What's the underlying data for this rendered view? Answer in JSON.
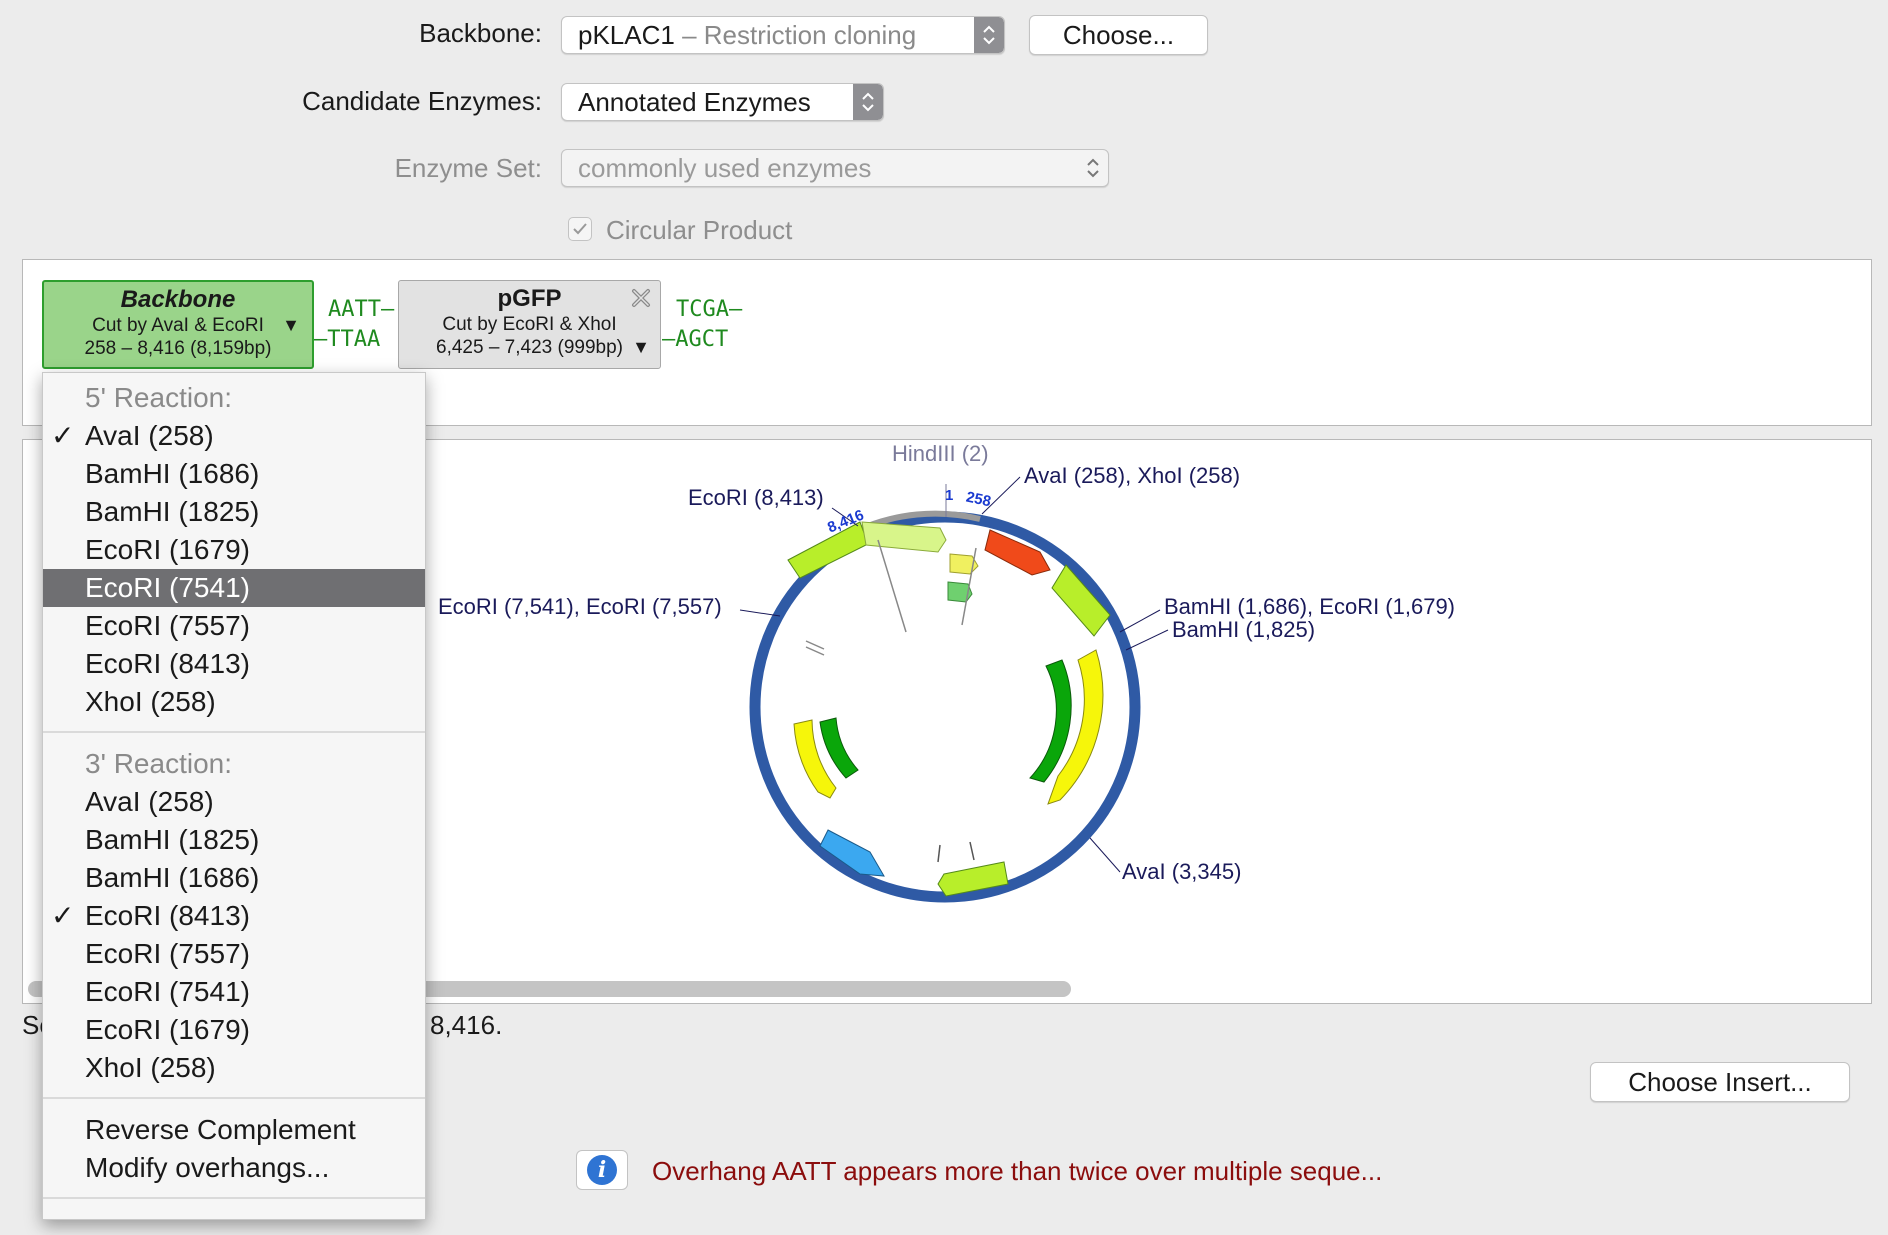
{
  "form": {
    "backbone_label": "Backbone:",
    "backbone_value": "pKLAC1",
    "backbone_sub": " – Restriction cloning",
    "choose_label": "Choose...",
    "enzymes_label": "Candidate Enzymes:",
    "enzymes_value": "Annotated Enzymes",
    "enzyme_set_label": "Enzyme Set:",
    "enzyme_set_value": "commonly used enzymes",
    "circular_label": "Circular Product",
    "circular_checked": true
  },
  "fragments": {
    "backbone": {
      "title": "Backbone",
      "cut": "Cut by AvaI & EcoRI",
      "range": "258 – 8,416 (8,159bp)",
      "color": "#9ad48a"
    },
    "left_overhang_top": "AATT–",
    "left_overhang_bottom": "–TTAA",
    "insert": {
      "title": "pGFP",
      "cut": "Cut by EcoRI & XhoI",
      "range": "6,425 – 7,423 (999bp)"
    },
    "right_overhang_top": "TCGA–",
    "right_overhang_bottom": "–AGCT"
  },
  "map": {
    "labels": {
      "hindiii": "HindIII (2)",
      "ava_xho": "AvaI (258), XhoI (258)",
      "ecori_8413": "EcoRI (8,413)",
      "ecori_7541": "EcoRI (7,541), EcoRI (7,557)",
      "bamhi_1686": "BamHI (1,686), EcoRI (1,679)",
      "bamhi_1825": "BamHI (1,825)",
      "avai_3345": "AvaI (3,345)",
      "pos_1": "1",
      "pos_258": "258",
      "pos_8416": "8,416"
    },
    "ring_color": "#2f5aa5"
  },
  "menu": {
    "five_header": "5' Reaction:",
    "five_items": [
      "AvaI (258)",
      "BamHI (1686)",
      "BamHI (1825)",
      "EcoRI (1679)",
      "EcoRI (7541)",
      "EcoRI (7557)",
      "EcoRI (8413)",
      "XhoI (258)"
    ],
    "three_header": "3' Reaction:",
    "three_items": [
      "AvaI (258)",
      "BamHI (1825)",
      "BamHI (1686)",
      "EcoRI (8413)",
      "EcoRI (7557)",
      "EcoRI (7541)",
      "EcoRI (1679)",
      "XhoI (258)"
    ],
    "reverse_complement": "Reverse Complement",
    "modify_overhangs": "Modify overhangs..."
  },
  "status": {
    "prefix": "Se",
    "suffix": "8,416."
  },
  "choose_insert_label": "Choose Insert...",
  "warning_text": "Overhang AATT appears more than twice over multiple seque..."
}
